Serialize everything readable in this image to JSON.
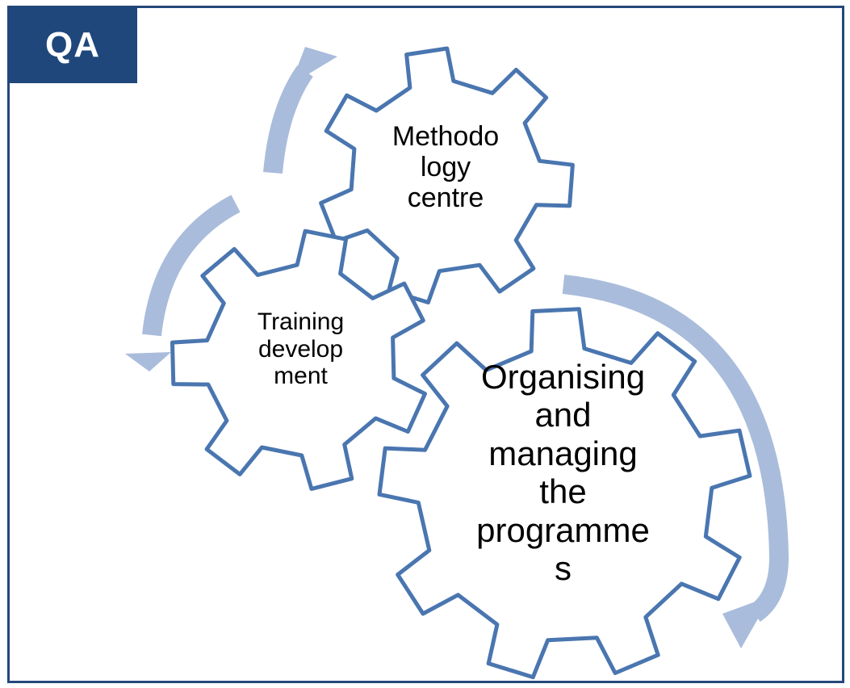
{
  "badge": {
    "label": "QA"
  },
  "gears": [
    {
      "id": "methodology",
      "label": "Methodo\nlogy\ncentre"
    },
    {
      "id": "training",
      "label": "Training\ndevelop\nment"
    },
    {
      "id": "organising",
      "label": "Organising\nand\nmanaging\nthe\nprogramme\ns"
    }
  ],
  "colors": {
    "frame": "#24487a",
    "badge": "#1f477c",
    "gear_stroke": "#4a76b0",
    "arrow": "#a9bcdb"
  }
}
